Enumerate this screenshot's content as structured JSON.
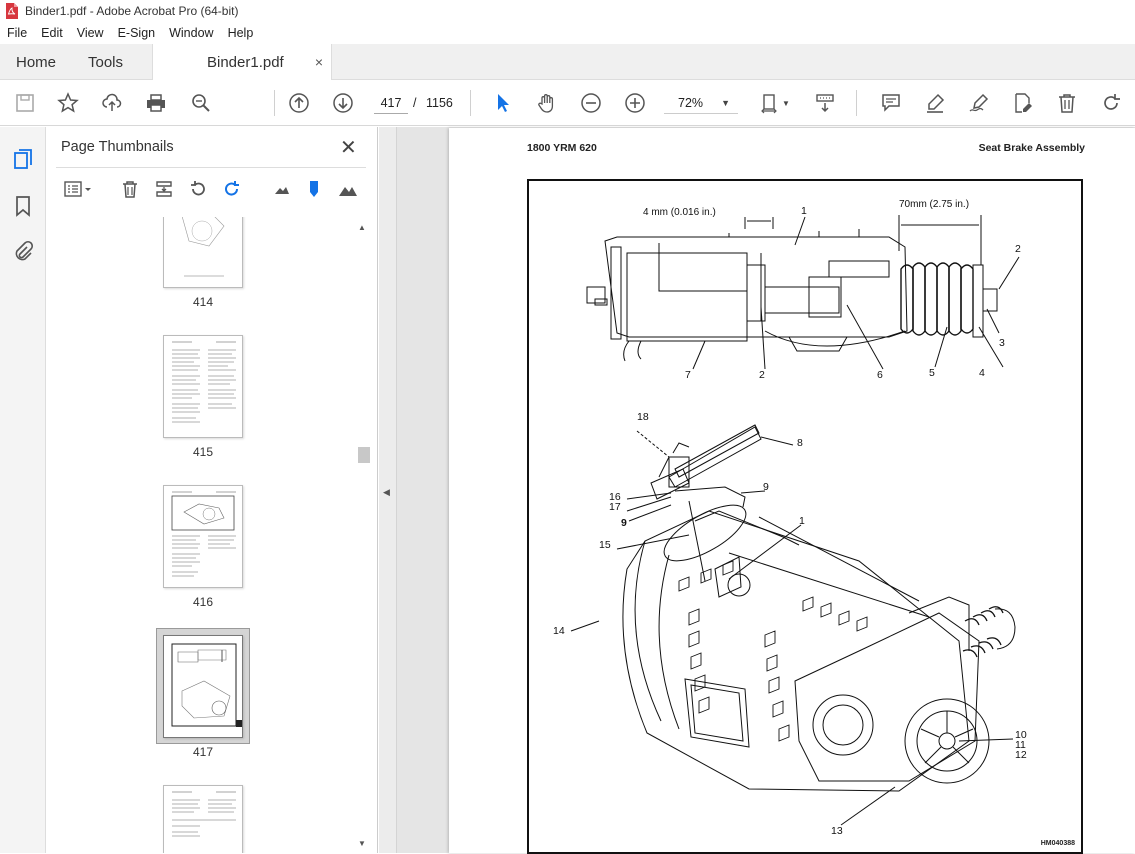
{
  "window": {
    "title": "Binder1.pdf - Adobe Acrobat Pro (64-bit)"
  },
  "menu": [
    "File",
    "Edit",
    "View",
    "E-Sign",
    "Window",
    "Help"
  ],
  "tabs": {
    "home": "Home",
    "tools": "Tools",
    "document": "Binder1.pdf",
    "close": "×"
  },
  "toolbar": {
    "current_page": "417",
    "page_separator": "/",
    "total_pages": "1156",
    "zoom": "72%"
  },
  "panel": {
    "title": "Page Thumbnails",
    "close": "✕",
    "thumbnails": [
      {
        "label": "414"
      },
      {
        "label": "415"
      },
      {
        "label": "416"
      },
      {
        "label": "417",
        "selected": true
      },
      {
        "label": ""
      }
    ]
  },
  "document_page": {
    "header_left": "1800 YRM 620",
    "header_right": "Seat Brake Assembly",
    "figure_code": "HM040388",
    "dimensions": {
      "gap": "4 mm (0.016 in.)",
      "spring": "70mm (2.75 in.)"
    },
    "callouts": [
      "1",
      "2",
      "3",
      "4",
      "5",
      "6",
      "7",
      "2",
      "18",
      "8",
      "16",
      "17",
      "9",
      "9",
      "15",
      "1",
      "14",
      "10",
      "11",
      "12",
      "13"
    ]
  },
  "colors": {
    "accent": "#1473e6",
    "pdf_red": "#d7373f"
  }
}
